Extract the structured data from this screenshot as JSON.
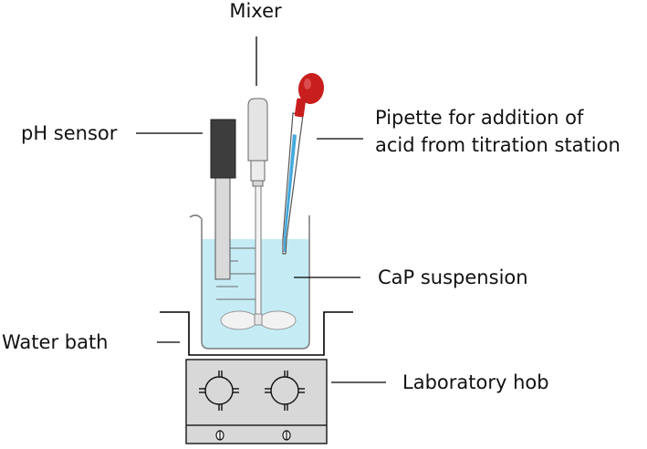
{
  "labels": {
    "mixer": "Mixer",
    "ph_sensor": "pH sensor",
    "pipette_line1": "Pipette for addition of",
    "pipette_line2": "acid from titration station",
    "suspension": "CaP suspension",
    "water_bath": "Water bath",
    "hob": "Laboratory hob"
  },
  "colors": {
    "suspension": "#c5ecf5",
    "pipette_bulb": "#c81e1e",
    "pipette_liquid": "#45a9dd",
    "sensor_head": "#3d3d3d",
    "hob_body": "#d8d8d8",
    "outline": "#000000"
  }
}
